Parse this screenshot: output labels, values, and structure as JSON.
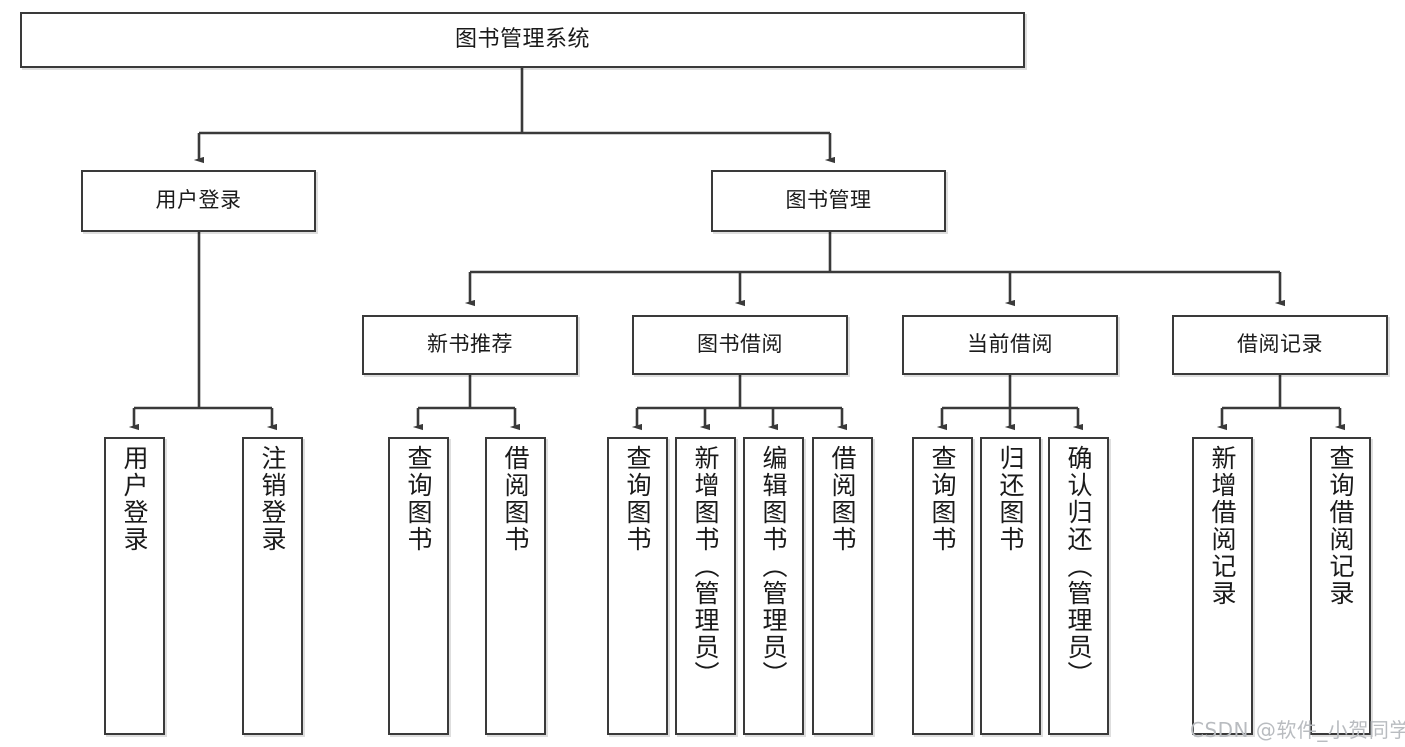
{
  "diagram": {
    "title": "图书管理系统",
    "watermark": "CSDN @软件_小贺同学",
    "stroke_color": "#3a3a3a",
    "background_color": "#ffffff",
    "text_color": "#1a1a1a",
    "watermark_color": "#b9bcc0"
  },
  "nodes": {
    "root": {
      "label": "图书管理系统"
    },
    "level2": [
      {
        "label": "用户登录"
      },
      {
        "label": "图书管理"
      }
    ],
    "level3": [
      {
        "label": "新书推荐"
      },
      {
        "label": "图书借阅"
      },
      {
        "label": "当前借阅"
      },
      {
        "label": "借阅记录"
      }
    ],
    "leaves": {
      "user_login": [
        {
          "label": "用户登录"
        },
        {
          "label": "注销登录"
        }
      ],
      "new_book_rec": [
        {
          "label": "查询图书"
        },
        {
          "label": "借阅图书"
        }
      ],
      "book_borrow": [
        {
          "label": "查询图书"
        },
        {
          "label": "新增图书（管理员）"
        },
        {
          "label": "编辑图书（管理员）"
        },
        {
          "label": "借阅图书"
        }
      ],
      "current_borrow": [
        {
          "label": "查询图书"
        },
        {
          "label": "归还图书"
        },
        {
          "label": "确认归还（管理员）"
        }
      ],
      "borrow_record": [
        {
          "label": "新增借阅记录"
        },
        {
          "label": "查询借阅记录"
        }
      ]
    }
  }
}
